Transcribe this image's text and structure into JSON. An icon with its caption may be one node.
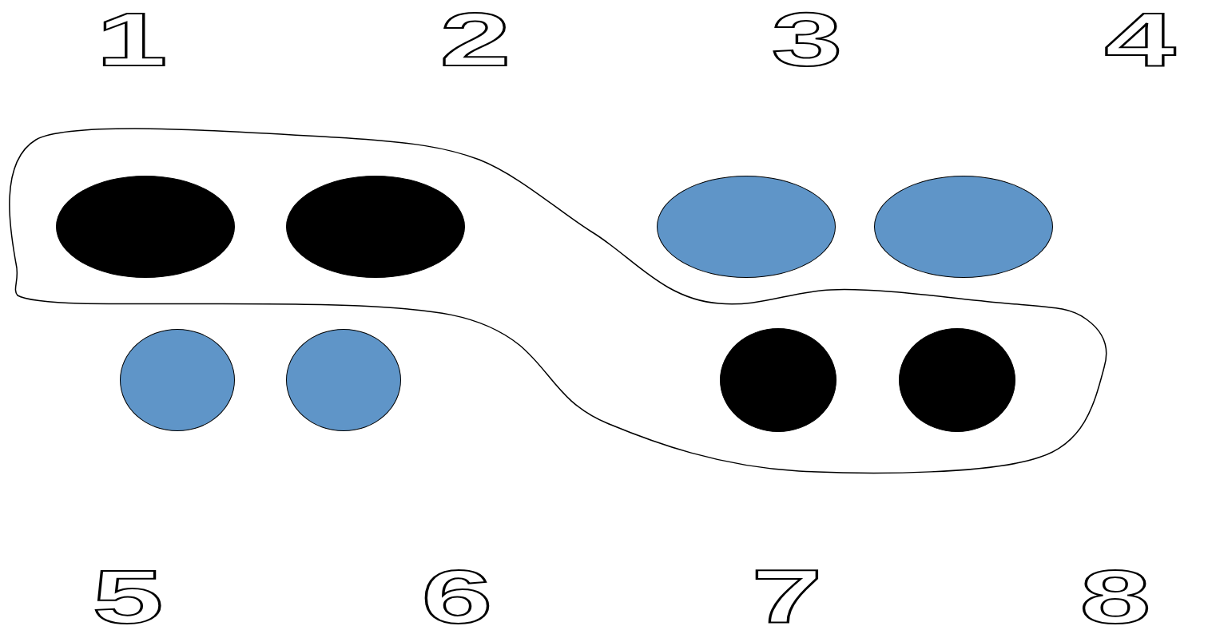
{
  "diagram": {
    "nodes": [
      {
        "text": [],
        "shape": "blob"
      },
      {
        "text": [],
        "shape": "ellipse",
        "in": 0
      },
      {
        "text": [],
        "shape": "ellipse",
        "in": 0
      },
      {
        "text": [],
        "shape": "ellipse"
      },
      {
        "text": [],
        "shape": "ellipse"
      },
      {
        "text": [],
        "shape": "circle"
      },
      {
        "text": [],
        "shape": "circle"
      },
      {
        "text": [],
        "shape": "circle",
        "in": 0
      },
      {
        "text": [],
        "shape": "circle",
        "in": 0
      }
    ],
    "labels": [
      "1",
      "2",
      "3",
      "4",
      "5",
      "6",
      "7",
      "8"
    ]
  }
}
